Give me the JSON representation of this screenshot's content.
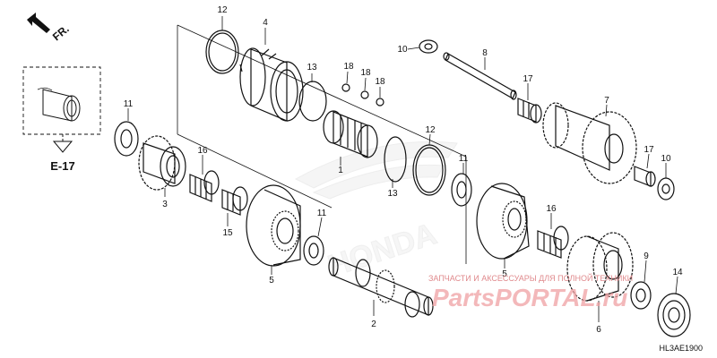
{
  "front_label": "FR.",
  "ref_label": "E-17",
  "diagram_code": "HL3AE1900",
  "watermark": {
    "caption": "ЗАПЧАСТИ И АКСЕССУАРЫ ДЛЯ ПОЛНОЙ ТЕХНИКИ",
    "logo_text": "PartsPORTAL.ru",
    "brand_emblem": "HONDA"
  },
  "callouts": [
    "12",
    "4",
    "13",
    "18",
    "18",
    "18",
    "10",
    "8",
    "17",
    "7",
    "11",
    "16",
    "1",
    "12",
    "11",
    "17",
    "10",
    "3",
    "15",
    "13",
    "11",
    "16",
    "5",
    "5",
    "9",
    "14",
    "2",
    "6"
  ],
  "colors": {
    "line": "#111111",
    "watermark": "#e4474a",
    "watermark_light": "#f4c6c0",
    "emblem": "#ececec"
  }
}
